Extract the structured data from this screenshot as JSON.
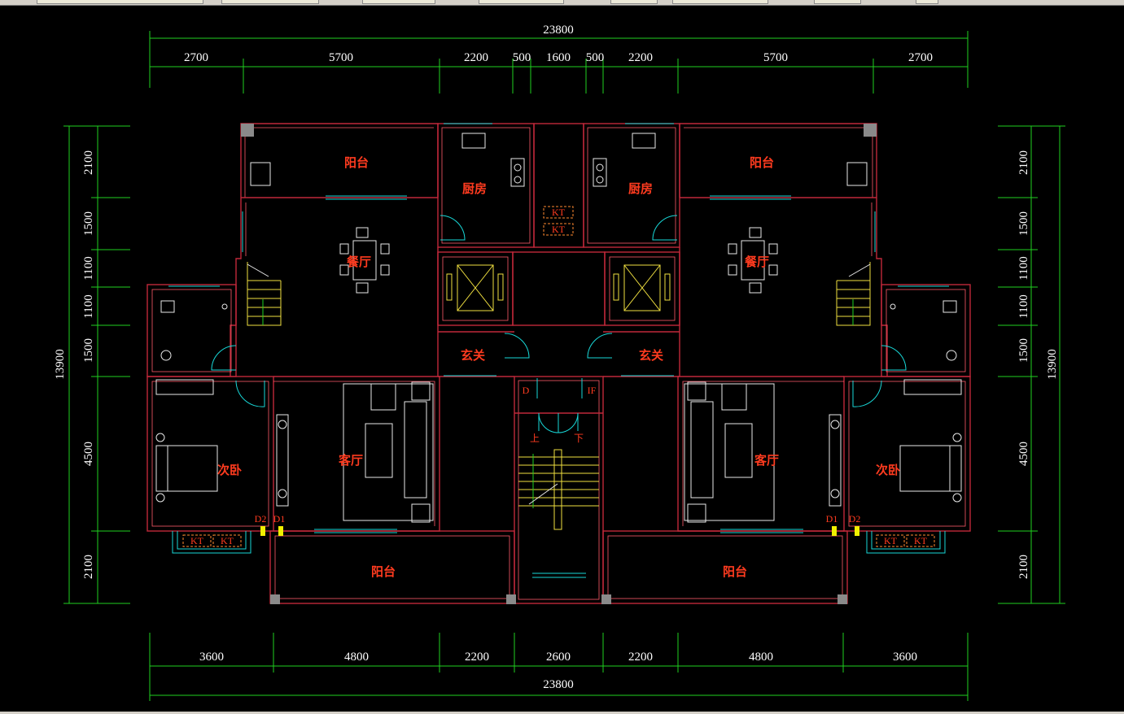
{
  "toolbar": {
    "icons": [
      "toolbar-icons"
    ]
  },
  "dimensions": {
    "top_total": "23800",
    "top_segments": [
      "2700",
      "5700",
      "2200",
      "500",
      "1600",
      "500",
      "2200",
      "5700",
      "2700"
    ],
    "bottom_segments": [
      "3600",
      "4800",
      "2200",
      "2600",
      "2200",
      "4800",
      "3600"
    ],
    "bottom_total": "23800",
    "left_segments": [
      "2100",
      "1500",
      "1100",
      "1100",
      "1500",
      "4500",
      "2100"
    ],
    "left_total": "13900",
    "right_segments": [
      "2100",
      "1500",
      "1100",
      "1100",
      "1500",
      "4500",
      "2100"
    ],
    "right_total": "13900"
  },
  "rooms": {
    "balcony_top_left": "阳台",
    "kitchen_left": "厨房",
    "dining_left": "餐厅",
    "foyer_left": "玄关",
    "living_left": "客厅",
    "bedroom_left": "次卧",
    "balcony_bottom_left": "阳台",
    "balcony_top_right": "阳台",
    "kitchen_right": "厨房",
    "dining_right": "餐厅",
    "foyer_right": "玄关",
    "living_right": "客厅",
    "bedroom_right": "次卧",
    "balcony_bottom_right": "阳台"
  },
  "tags": {
    "kt": "KT",
    "d": "D",
    "if": "IF",
    "d1": "D1",
    "d2": "D2",
    "stair_up": "上",
    "stair_down": "下"
  },
  "colors": {
    "background": "#000000",
    "wall": "#c0283a",
    "dimension": "#1fd01f",
    "window": "#18d8d8",
    "stair": "#f0e040",
    "room_label": "#ff3b1f"
  }
}
